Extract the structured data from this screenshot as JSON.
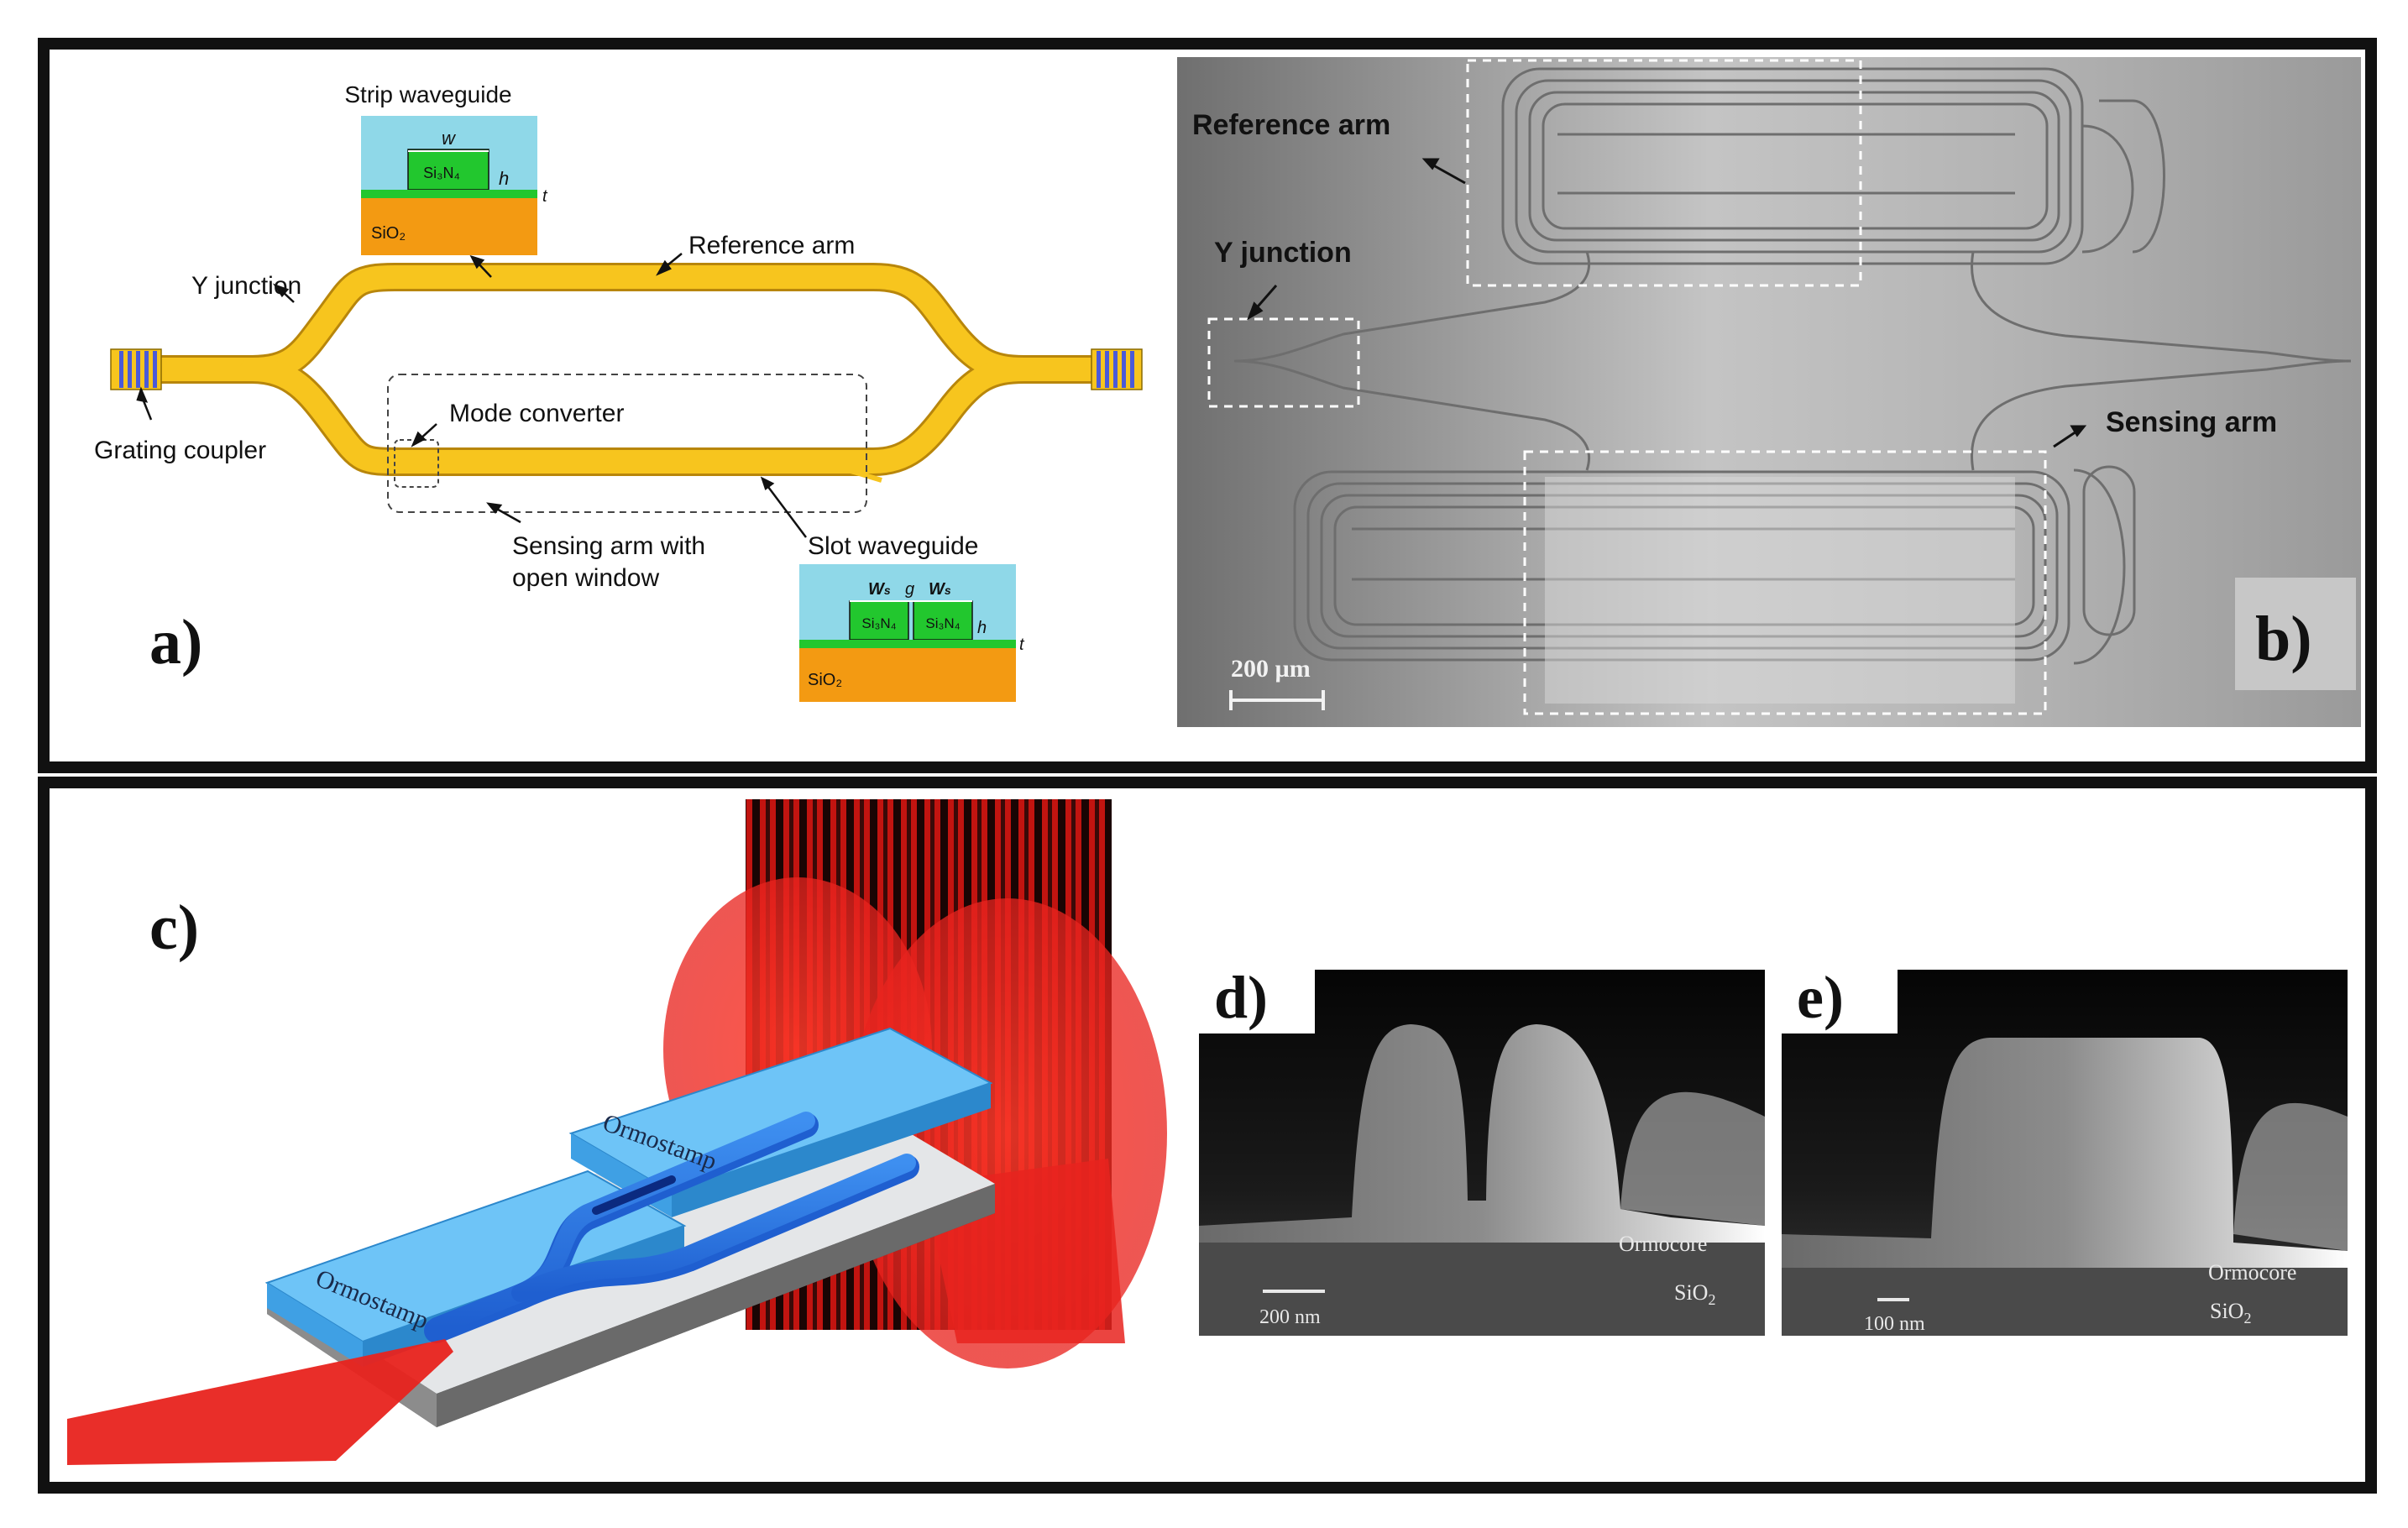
{
  "panel_a": {
    "letter": "a)",
    "strip_waveguide": "Strip waveguide",
    "w": "w",
    "h": "h",
    "t": "t",
    "si3n4": "Si₃N₄",
    "sio2": "SiO₂",
    "reference_arm": "Reference arm",
    "y_junction": "Y junction",
    "mode_converter": "Mode converter",
    "grating_coupler": "Grating coupler",
    "sensing_arm_line1": "Sensing arm with",
    "sensing_arm_line2": "open window",
    "slot_waveguide": "Slot waveguide",
    "ws": "W",
    "ws_sub": "s",
    "g": "g"
  },
  "panel_b": {
    "letter": "b)",
    "reference_arm": "Reference arm",
    "y_junction": "Y junction",
    "sensing_arm": "Sensing arm",
    "scale": "200 µm"
  },
  "panel_c": {
    "letter": "c)",
    "ormostamp_top": "Ormostamp",
    "ormostamp_bottom": "Ormostamp"
  },
  "panel_d": {
    "letter": "d)",
    "ormocore": "Ormocore",
    "sio2": "SiO",
    "sio2_sub": "2",
    "scale": "200 nm"
  },
  "panel_e": {
    "letter": "e)",
    "ormocore": "Ormocore",
    "sio2": "SiO",
    "sio2_sub": "2",
    "scale": "100 nm"
  },
  "colors": {
    "waveguide_yellow": "#F7C51E",
    "si3n4_green": "#22C72E",
    "cladding_blue": "#8FD8E8",
    "sio2_orange": "#F39A12",
    "laser_red": "#E8231E",
    "ormostamp_blue": "#3AA2F0"
  }
}
